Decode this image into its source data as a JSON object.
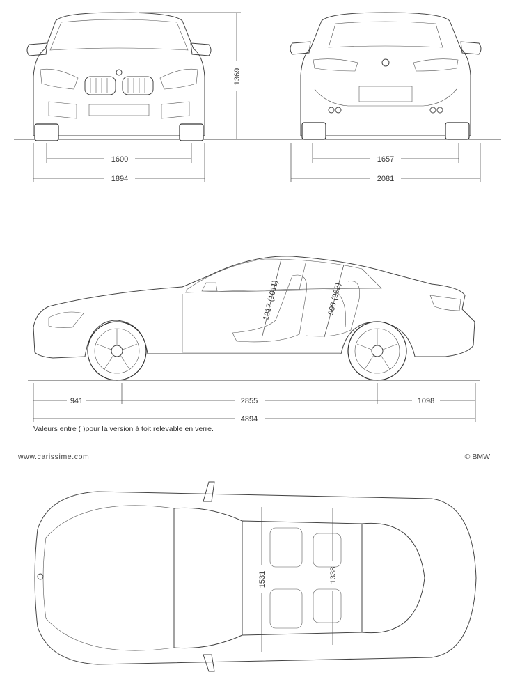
{
  "dimensions": {
    "front_track": "1600",
    "width": "1894",
    "height": "1369",
    "rear_track": "1657",
    "width_with_mirrors": "2081",
    "front_overhang": "941",
    "wheelbase": "2855",
    "rear_overhang": "1098",
    "length": "4894",
    "headroom_front": "1017 (1011)",
    "headroom_rear": "908 (902)",
    "shoulder_front": "1531",
    "shoulder_rear": "1338"
  },
  "note": "Valeurs entre ( )pour la version à toit relevable en verre.",
  "website": "www.carissime.com",
  "copyright": "© BMW",
  "colors": {
    "line": "#444444",
    "background": "#ffffff"
  }
}
